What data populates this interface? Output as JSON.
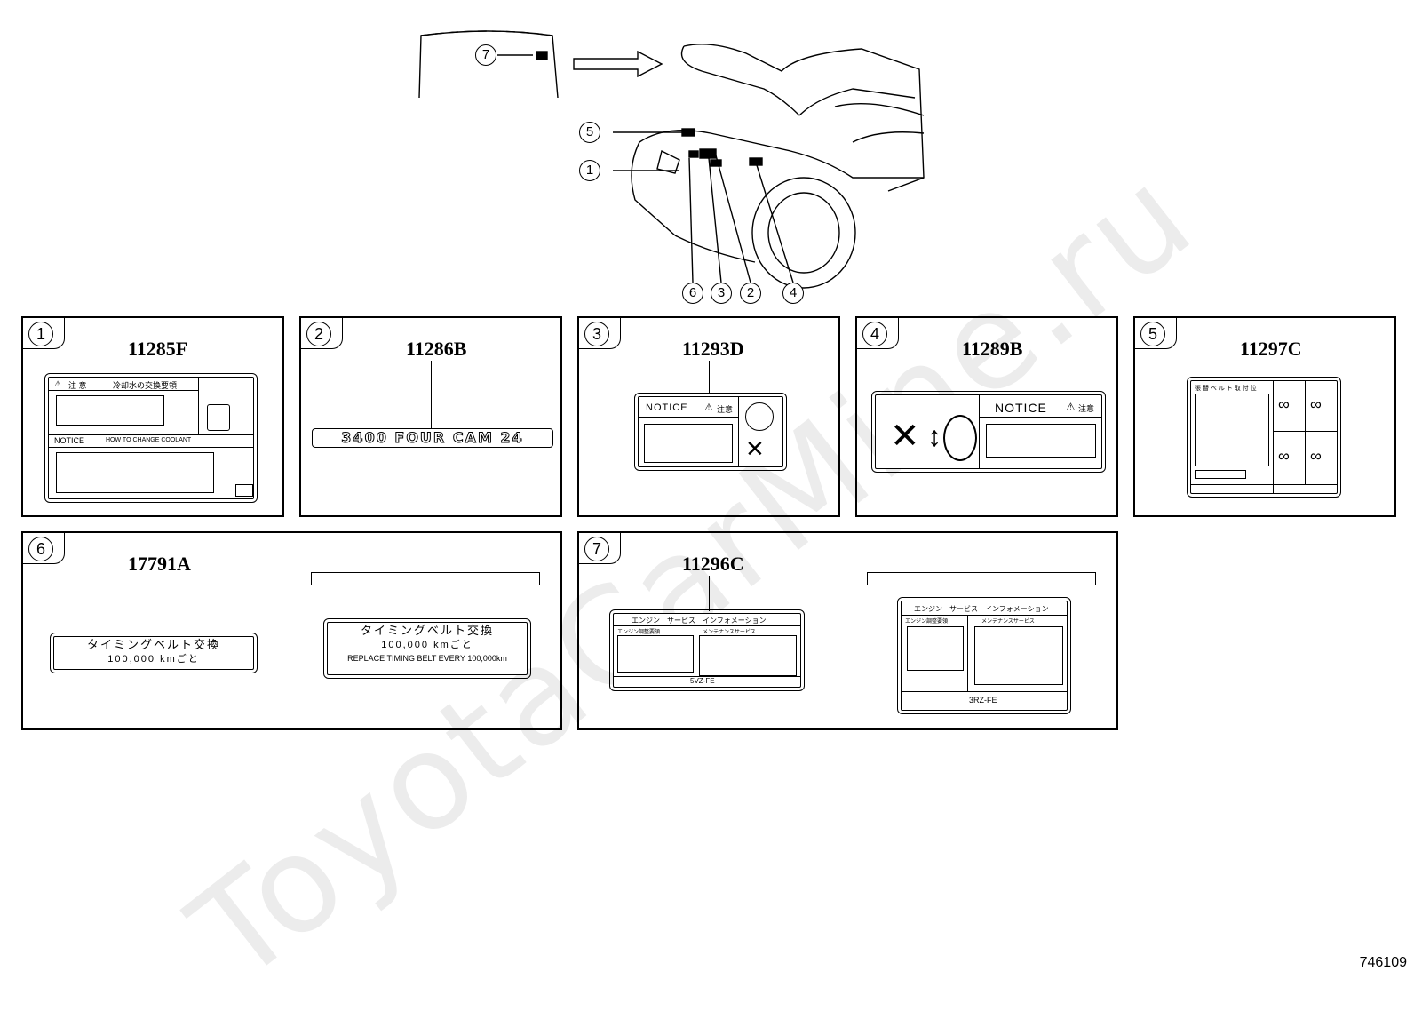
{
  "watermark": "ToyotaCarMine.ru",
  "diagram_code": "746109",
  "overview_callouts": [
    "7",
    "5",
    "1",
    "6",
    "3",
    "2",
    "4"
  ],
  "panels": [
    {
      "num": "1",
      "part": "11285F",
      "label_texts": {
        "warn": "注 意",
        "title": "冷却水の交換要領",
        "notice": "NOTICE",
        "sub": "HOW TO CHANGE COOLANT"
      }
    },
    {
      "num": "2",
      "part": "11286B",
      "label_texts": {
        "emblem": "3400 FOUR CAM 24"
      }
    },
    {
      "num": "3",
      "part": "11293D",
      "label_texts": {
        "notice": "NOTICE",
        "warn": "注意"
      }
    },
    {
      "num": "4",
      "part": "11289B",
      "label_texts": {
        "notice": "NOTICE",
        "warn": "注意"
      }
    },
    {
      "num": "5",
      "part": "11297C",
      "label_texts": {
        "title": "張 替 ベ ル ト 取 付 位"
      }
    },
    {
      "num": "6",
      "part": "17791A",
      "label_texts": {
        "line1": "タイミングベルト交換",
        "line2": "100,000 kmごと",
        "alt_line1": "タイミングベルト交換",
        "alt_line2": "100,000 kmごと",
        "alt_line3": "REPLACE TIMING BELT EVERY 100,000km"
      }
    },
    {
      "num": "7",
      "part": "11296C",
      "label_texts": {
        "header": "エンジン　サービス　インフォメーション",
        "left": "エンジン調整要領",
        "right": "メンテナンスサービス",
        "engine": "5VZ-FE",
        "alt_header": "エンジン　サービス　インフォメーション",
        "alt_left": "エンジン調整要領",
        "alt_right": "メンテナンスサービス",
        "alt_engine": "3RZ-FE"
      }
    }
  ]
}
